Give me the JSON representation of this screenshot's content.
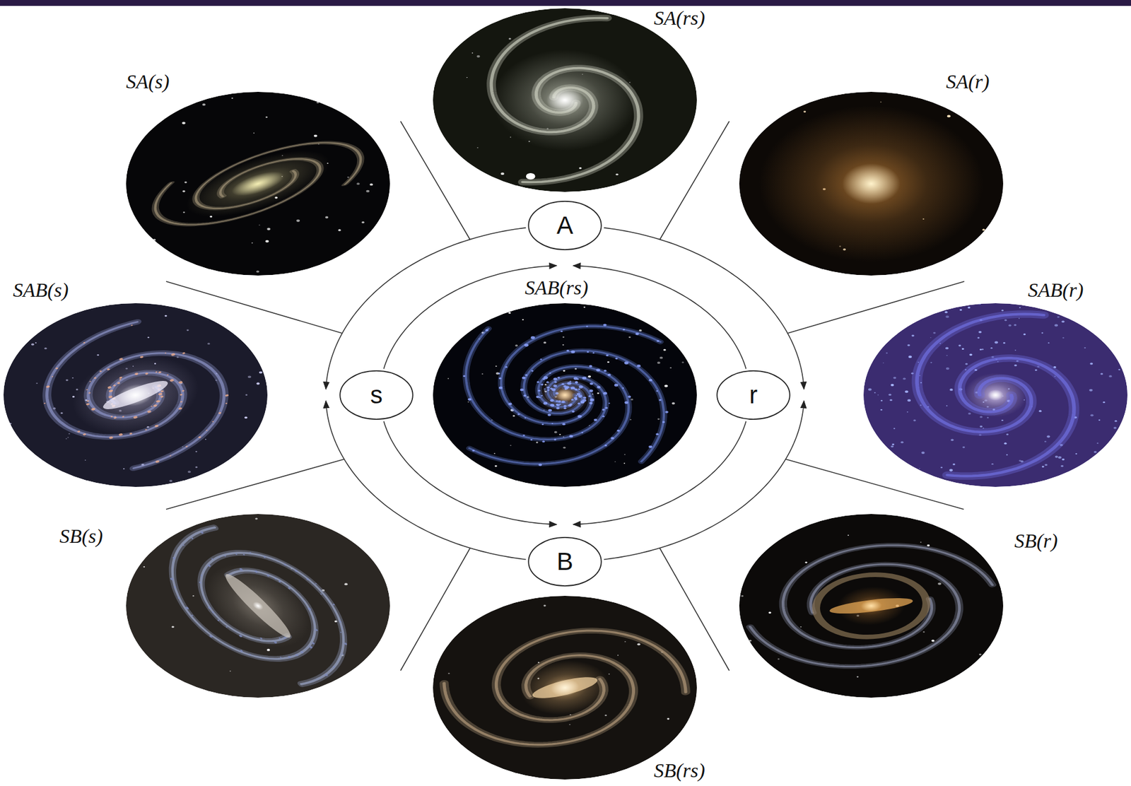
{
  "diagram": {
    "nodes": [
      {
        "text": [
          "SA(rs)"
        ]
      },
      {
        "text": [
          "SA(s)"
        ]
      },
      {
        "text": [
          "SA(r)"
        ]
      },
      {
        "text": [
          "A"
        ]
      },
      {
        "text": [
          "SAB(s)"
        ]
      },
      {
        "text": [
          "SAB(rs)"
        ]
      },
      {
        "text": [
          "s"
        ]
      },
      {
        "text": [
          "r"
        ]
      },
      {
        "text": [
          "SAB(r)"
        ]
      },
      {
        "text": [
          "B"
        ]
      },
      {
        "text": [
          "SB(s)"
        ]
      },
      {
        "text": [
          "SB(r)"
        ]
      },
      {
        "text": [
          "SB(rs)"
        ]
      }
    ],
    "edges": [
      {
        "from": 3,
        "to": 6,
        "arrow": "to"
      },
      {
        "from": 3,
        "to": 7,
        "arrow": "to"
      },
      {
        "from": 9,
        "to": 6,
        "arrow": "to"
      },
      {
        "from": 9,
        "to": 7,
        "arrow": "to"
      },
      {
        "from": 6,
        "to": 3,
        "arrow": "to"
      },
      {
        "from": 7,
        "to": 3,
        "arrow": "to"
      },
      {
        "from": 6,
        "to": 9,
        "arrow": "to"
      },
      {
        "from": 7,
        "to": 9,
        "arrow": "to"
      }
    ]
  }
}
